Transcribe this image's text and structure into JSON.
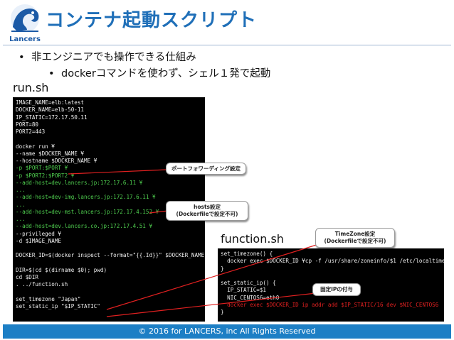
{
  "brand": {
    "name": "Lancers"
  },
  "title": "コンテナ起動スクリプト",
  "bullets": [
    "非エンジニアでも操作できる仕組み",
    "dockerコマンドを使わず、シェル１発で起動"
  ],
  "run_label": "run.sh",
  "run_code": [
    {
      "text": "IMAGE_NAME=elb:latest",
      "color": "normal"
    },
    {
      "text": "DOCKER_NAME=elb-50-11",
      "color": "normal"
    },
    {
      "text": "IP_STATIC=172.17.50.11",
      "color": "normal"
    },
    {
      "text": "PORT=80",
      "color": "normal"
    },
    {
      "text": "PORT2=443",
      "color": "normal"
    },
    {
      "text": "",
      "color": "normal"
    },
    {
      "text": "docker run ¥",
      "color": "normal"
    },
    {
      "text": "--name $DOCKER_NAME ¥",
      "color": "normal"
    },
    {
      "text": "--hostname $DOCKER_NAME ¥",
      "color": "normal"
    },
    {
      "text": "-p $PORT:$PORT ¥",
      "color": "green"
    },
    {
      "text": "-p $PORT2:$PORT2 ¥",
      "color": "green"
    },
    {
      "text": "--add-host=dev.lancers.jp:172.17.6.11 ¥",
      "color": "green"
    },
    {
      "text": "...",
      "color": "green"
    },
    {
      "text": "--add-host=dev-img.lancers.jp:172.17.6.11 ¥",
      "color": "green"
    },
    {
      "text": "...",
      "color": "green"
    },
    {
      "text": "--add-host=dev-mst.lancers.jp:172.17.4.152 ¥",
      "color": "green"
    },
    {
      "text": "...",
      "color": "green"
    },
    {
      "text": "--add-host=dev.lancers.co.jp:172.17.4.51 ¥",
      "color": "green"
    },
    {
      "text": "--privileged ¥",
      "color": "normal"
    },
    {
      "text": "-d $IMAGE_NAME",
      "color": "normal"
    },
    {
      "text": "",
      "color": "normal"
    },
    {
      "text": "DOCKER_ID=$(docker inspect --format=\"{{.Id}}\" $DOCKER_NAME)",
      "color": "normal"
    },
    {
      "text": "",
      "color": "normal"
    },
    {
      "text": "DIR=$(cd $(dirname $0); pwd)",
      "color": "normal"
    },
    {
      "text": "cd $DIR",
      "color": "normal"
    },
    {
      "text": ". ../function.sh",
      "color": "normal"
    },
    {
      "text": "",
      "color": "normal"
    },
    {
      "text": "set_timezone \"Japan\"",
      "color": "normal"
    },
    {
      "text": "set_static_ip \"$IP_STATIC\"",
      "color": "normal"
    }
  ],
  "function_label": "function.sh",
  "function_code": [
    {
      "text": "set_timezone() {",
      "color": "normal"
    },
    {
      "text": "  docker exec $DOCKER_ID ¥cp -f /usr/share/zoneinfo/$1 /etc/localtime",
      "color": "normal"
    },
    {
      "text": "}",
      "color": "normal"
    },
    {
      "text": "",
      "color": "normal"
    },
    {
      "text": "set_static_ip() {",
      "color": "normal"
    },
    {
      "text": "  IP_STATIC=$1",
      "color": "normal"
    },
    {
      "text": "  NIC_CENTOS6=eth0",
      "color": "normal"
    },
    {
      "text": "  docker exec $DOCKER_ID ip addr add $IP_STATIC/16 dev $NIC_CENTOS6",
      "color": "red"
    },
    {
      "text": "}",
      "color": "normal"
    }
  ],
  "callouts": {
    "port_forwarding": "ポートフォワーディング設定",
    "hosts": [
      "hosts設定",
      "(Dockerfileで設定不可)"
    ],
    "timezone": [
      "TimeZone設定",
      "(Dockerfileで設定不可)"
    ],
    "static_ip": "固定IPの付与"
  },
  "footer": "© 2016 for LANCERS, inc All Rights Reserved",
  "colors": {
    "title": "#1f6fb8",
    "footer_bg": "#1d7fc5",
    "code_bg": "#000000",
    "code_green": "#4fcf4f",
    "code_red": "#e02020",
    "arrow": "#e02020"
  }
}
